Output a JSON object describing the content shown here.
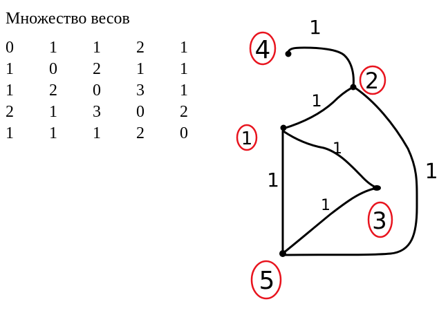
{
  "matrix": {
    "title": "Множество весов",
    "rows": [
      [
        "0",
        "1",
        "1",
        "2",
        "1"
      ],
      [
        "1",
        "0",
        "2",
        "1",
        "1"
      ],
      [
        "1",
        "2",
        "0",
        "3",
        "1"
      ],
      [
        "2",
        "1",
        "3",
        "0",
        "2"
      ],
      [
        "1",
        "1",
        "1",
        "2",
        "0"
      ]
    ]
  },
  "graph": {
    "circle_color": "#e8141e",
    "ink_color": "#000000",
    "nodes": [
      {
        "id": "4",
        "label": "4"
      },
      {
        "id": "2",
        "label": "2"
      },
      {
        "id": "1",
        "label": "1"
      },
      {
        "id": "3",
        "label": "3"
      },
      {
        "id": "5",
        "label": "5"
      }
    ],
    "edges": [
      {
        "from": "4",
        "to": "2",
        "weight": "1"
      },
      {
        "from": "1",
        "to": "2",
        "weight": "1"
      },
      {
        "from": "1",
        "to": "3",
        "weight": "1"
      },
      {
        "from": "1",
        "to": "5",
        "weight": "1"
      },
      {
        "from": "5",
        "to": "3",
        "weight": "1"
      },
      {
        "from": "2",
        "to": "5",
        "weight": "1"
      }
    ]
  }
}
